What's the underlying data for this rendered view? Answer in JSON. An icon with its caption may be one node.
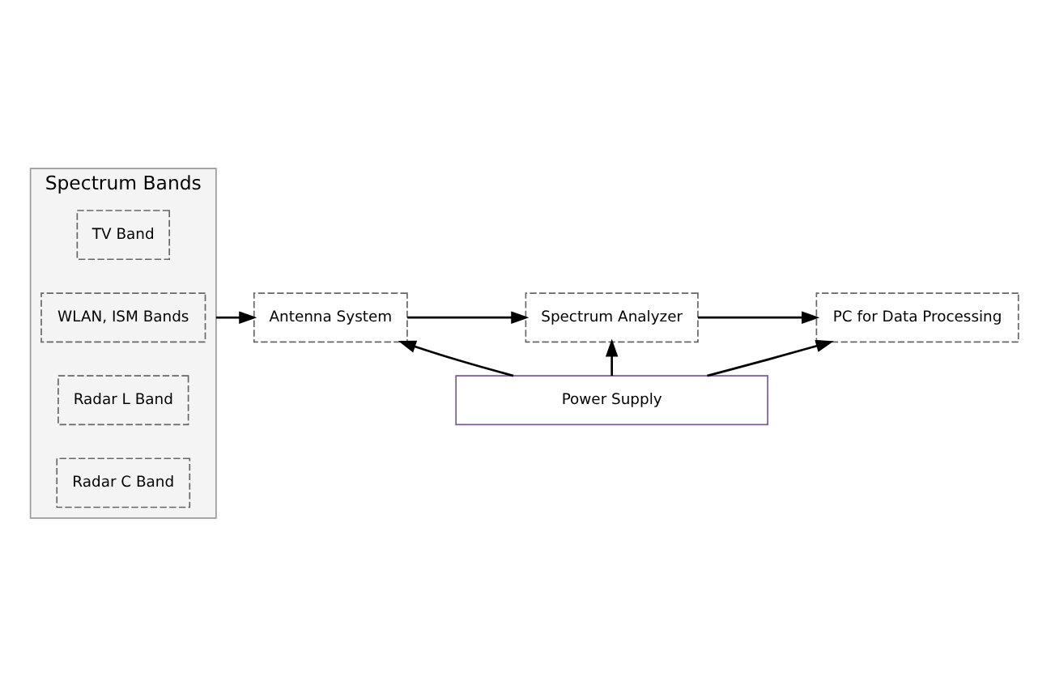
{
  "diagram": {
    "nodes": [
      {
        "text": [
          "Spectrum Bands"
        ]
      },
      {
        "text": [
          "TV Band"
        ],
        "in": 0
      },
      {
        "text": [
          "WLAN, ISM Bands"
        ],
        "in": 0
      },
      {
        "text": [
          "Radar L Band"
        ],
        "in": 0
      },
      {
        "text": [
          "Radar C Band"
        ],
        "in": 0
      },
      {
        "text": [
          "Antenna System"
        ]
      },
      {
        "text": [
          "Spectrum Analyzer"
        ]
      },
      {
        "text": [
          "PC for Data Processing"
        ]
      },
      {
        "text": [
          "Power Supply"
        ]
      }
    ],
    "edges": [
      {
        "from": 0,
        "to": 5,
        "arrow": "to"
      },
      {
        "from": 5,
        "to": 6,
        "arrow": "to"
      },
      {
        "from": 6,
        "to": 7,
        "arrow": "to"
      },
      {
        "from": 8,
        "to": 5,
        "arrow": "to"
      },
      {
        "from": 8,
        "to": 6,
        "arrow": "to"
      },
      {
        "from": 8,
        "to": 7,
        "arrow": "to"
      }
    ]
  }
}
